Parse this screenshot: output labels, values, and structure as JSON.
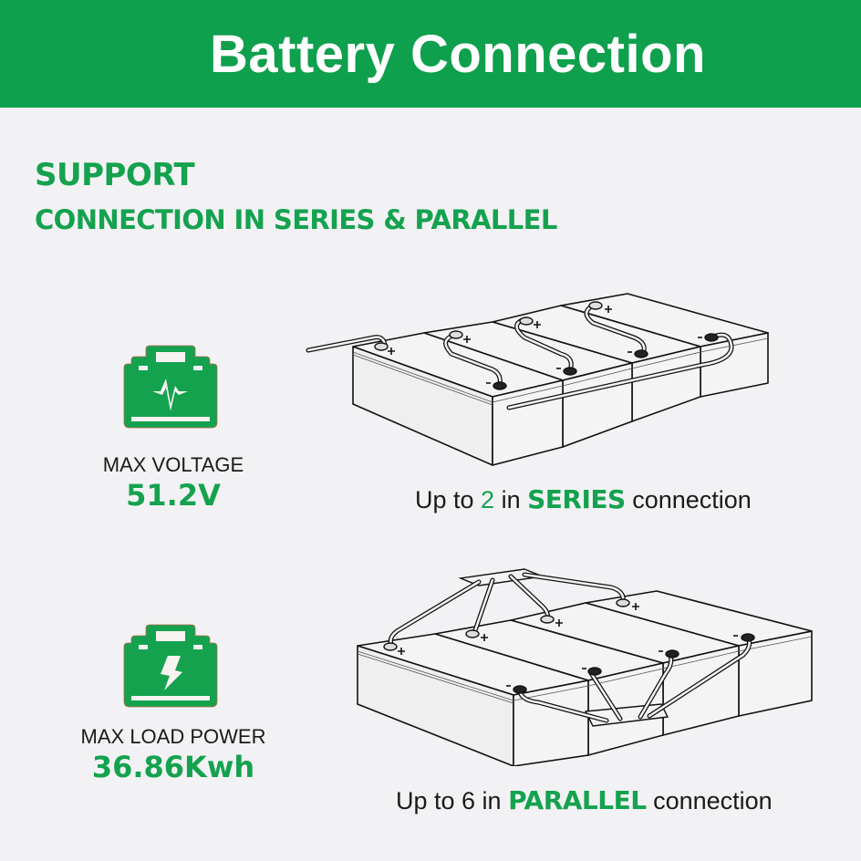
{
  "header": {
    "title": "Battery Connection",
    "background_color": "#0fa04d"
  },
  "intro": {
    "line1": "SUPPORT",
    "line2": "CONNECTION IN SERIES & PARALLEL",
    "color": "#14a24f"
  },
  "stats": [
    {
      "icon": "battery-heartbeat-icon",
      "label": "MAX VOLTAGE",
      "value": "51.2V"
    },
    {
      "icon": "battery-lightning-icon",
      "label": "MAX LOAD POWER",
      "value": "36.86Kwh"
    }
  ],
  "series": {
    "caption_prefix": "Up to ",
    "count": "2",
    "caption_mid": " in ",
    "mode": "SERIES",
    "caption_suffix": " connection",
    "illustration": "four-batteries-series-wiring"
  },
  "parallel": {
    "caption_prefix": "Up to 6 in ",
    "mode": "PARALLEL",
    "caption_suffix": " connection",
    "illustration": "four-batteries-parallel-busbar-wiring"
  },
  "colors": {
    "accent": "#14a24f",
    "background": "#f2f2f4",
    "text": "#1a1a1a"
  }
}
